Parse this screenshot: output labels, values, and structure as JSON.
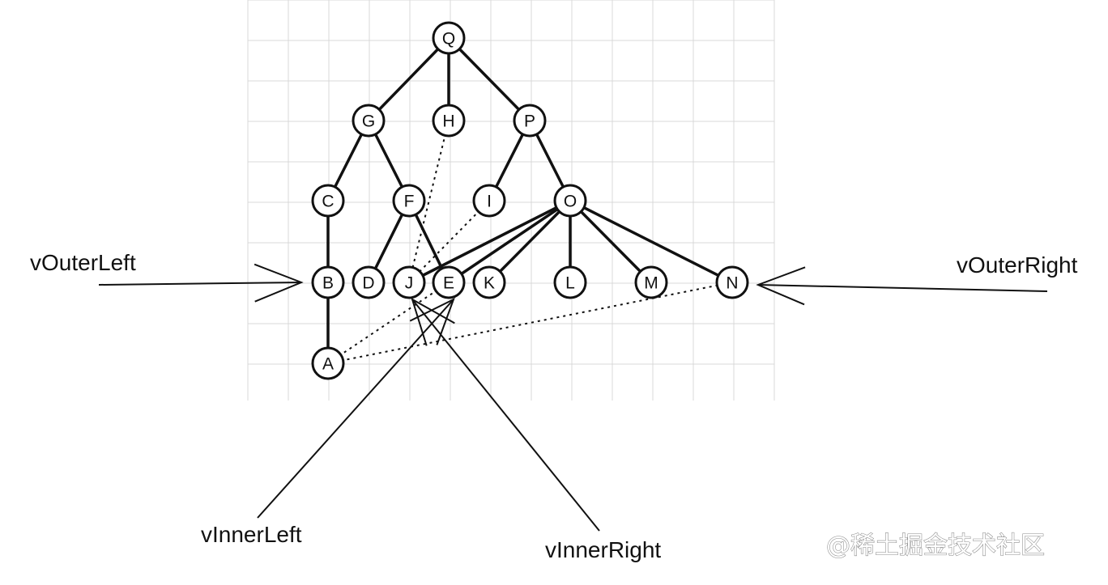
{
  "diagram": {
    "nodes": [
      "Q",
      "G",
      "H",
      "P",
      "C",
      "F",
      "I",
      "O",
      "B",
      "D",
      "J",
      "E",
      "K",
      "L",
      "M",
      "N",
      "A"
    ],
    "tree_edges": [
      [
        "Q",
        "G"
      ],
      [
        "Q",
        "H"
      ],
      [
        "Q",
        "P"
      ],
      [
        "G",
        "C"
      ],
      [
        "G",
        "F"
      ],
      [
        "P",
        "I"
      ],
      [
        "P",
        "O"
      ],
      [
        "C",
        "B"
      ],
      [
        "B",
        "A"
      ],
      [
        "F",
        "D"
      ],
      [
        "F",
        "E"
      ],
      [
        "O",
        "J"
      ],
      [
        "O",
        "E"
      ],
      [
        "O",
        "K"
      ],
      [
        "O",
        "L"
      ],
      [
        "O",
        "M"
      ],
      [
        "O",
        "N"
      ]
    ],
    "thread_edges": [
      [
        "H",
        "J"
      ],
      [
        "I",
        "J"
      ],
      [
        "A",
        "E"
      ],
      [
        "A",
        "N"
      ]
    ],
    "labels": {
      "outer_left": "vOuterLeft",
      "outer_right": "vOuterRight",
      "inner_left": "vInnerLeft",
      "inner_right": "vInnerRight"
    },
    "label_targets": {
      "outer_left": "B",
      "outer_right": "N",
      "inner_left": "E",
      "inner_right": "J"
    }
  },
  "watermark": "@稀土掘金技术社区"
}
